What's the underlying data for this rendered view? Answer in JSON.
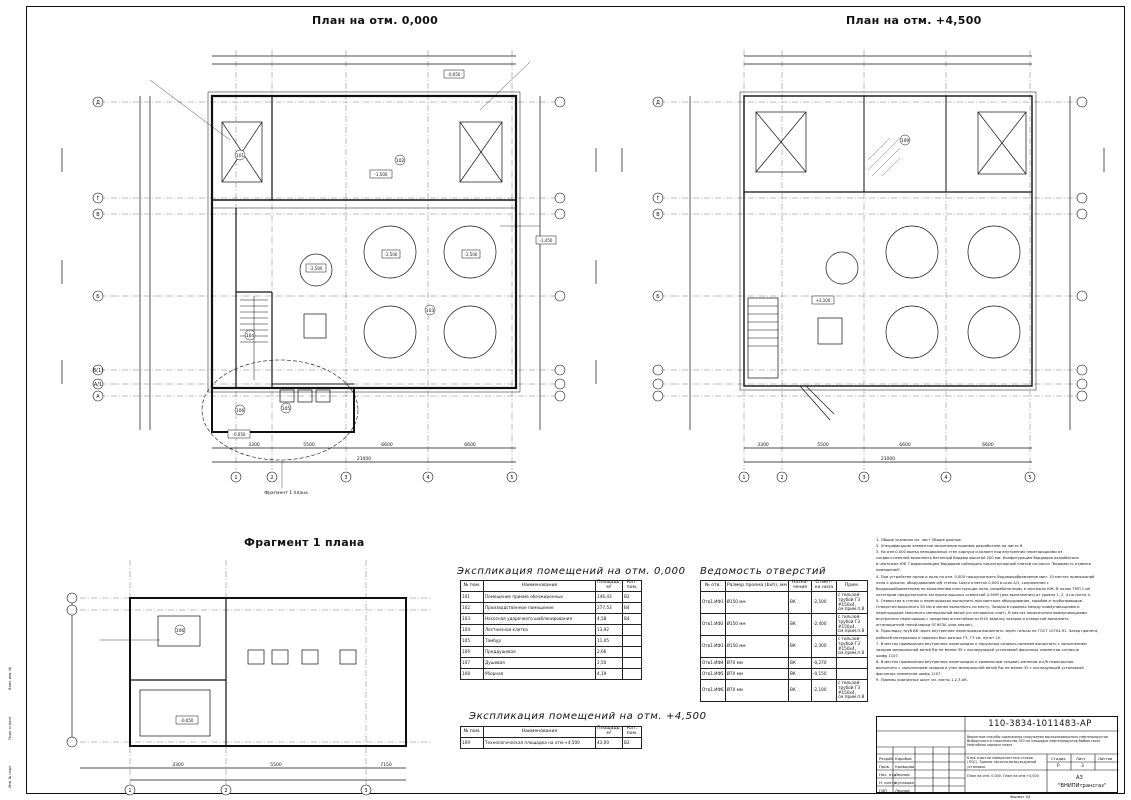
{
  "plans": {
    "plan_0": {
      "title": "План на отм. 0,000"
    },
    "plan_4500": {
      "title": "План на отм. +4,500"
    },
    "fragment": {
      "title": "Фрагмент 1 плана",
      "callout": "Фрагмент 1 плана"
    }
  },
  "axes": {
    "rows": [
      "Д",
      "Г",
      "В",
      "Б",
      "В(1)",
      "А/1",
      "А"
    ],
    "cols": [
      "1",
      "2",
      "3",
      "4",
      "5"
    ],
    "dims_bottom": [
      "3300",
      "5500",
      "6600",
      "6600"
    ],
    "overall": "21000",
    "frag_dims": [
      "3300",
      "5500",
      "7150"
    ]
  },
  "rooms_0": [
    {
      "id": "101",
      "mark": "101"
    },
    {
      "id": "102",
      "mark": "102"
    },
    {
      "id": "103",
      "mark": "103"
    },
    {
      "id": "104",
      "mark": "104"
    },
    {
      "id": "105",
      "mark": "105"
    },
    {
      "id": "106",
      "mark": "106"
    }
  ],
  "levels": {
    "m1500": "-1,500",
    "m2500": "-2,500",
    "m0050": "-0,050",
    "p3100": "+3,100",
    "m1450": "-1,450"
  },
  "explication_0": {
    "caption": "Экспликация помещений на отм. 0,000",
    "headers": [
      "№ пом.",
      "Наименование",
      "Площадь, м²",
      "Кат. пом."
    ],
    "rows": [
      [
        "101",
        "Помещение приема обезжиренных",
        "146,43",
        "В2"
      ],
      [
        "102",
        "Производственное помещение",
        "277,53",
        "В4"
      ],
      [
        "103",
        "Насосная ударочного шаблонирования",
        "4,58",
        "В4"
      ],
      [
        "104",
        "Лестничная клетка",
        "13,92",
        ""
      ],
      [
        "105",
        "Тамбур",
        "11,05",
        ""
      ],
      [
        "106",
        "Преддушевая",
        "2,66",
        ""
      ],
      [
        "107",
        "Душевая",
        "2,50",
        ""
      ],
      [
        "108",
        "Уборная",
        "4,19",
        ""
      ]
    ]
  },
  "explication_4500": {
    "caption": "Экспликация помещений на отм. +4,500",
    "headers": [
      "№ пом.",
      "Наименование",
      "Площадь, м²",
      "Кат. пом."
    ],
    "rows": [
      [
        "109",
        "Технологическая площадка на отм.+4,500",
        "43,00",
        "В2"
      ]
    ]
  },
  "openings": {
    "caption": "Ведомость отверстий",
    "headers": [
      "№ отв.",
      "Размер проема (bxh), мм",
      "Назна-чение",
      "Отмет-ка низа",
      "Прим."
    ],
    "rows": [
      [
        "Отв1.ИФ1",
        "Ø150 мм",
        "ВК",
        "-2,500",
        "с гильзой-трубой Г3 #150х4, см.прим.п.8"
      ],
      [
        "Отв1.ИФ2",
        "Ø150 мм",
        "ВК",
        "-2,400",
        "с гильзой-трубой Г3 #150х4, см.прим.п.8"
      ],
      [
        "Отв1.ИФ3",
        "Ø150 мм",
        "ВК",
        "-2,300",
        "с гильзой-трубой Г3 #150х4, см.прим.п.8"
      ],
      [
        "Отв1.ИФ4",
        "Ø70 мм",
        "ВК",
        "-0,270",
        ""
      ],
      [
        "Отв1.ИФ5",
        "Ø70 мм",
        "ВК",
        "-0,150",
        ""
      ],
      [
        "Отв1.ИФ6",
        "Ø70 мм",
        "ВК",
        "-2,100",
        "с гильзой-трубой Г3 #150х4, см.прим.п.8"
      ]
    ]
  },
  "notes": [
    "1. Общие указания см. лист Общие данные.",
    "2. Спецификацию элементов заполнения проемов разработана на листе 6.",
    "3. На отм.0,000 выезд неподвижных стен корпуса и колонн под внутренних перегородками из",
    "сэндвич-панелей выполнить бетонный бордюр высотой 200 мм. Конфигурацию бордюров разработано",
    "в чертежах КЖ. Гидроизоляцию бордюров соблюдать кислотоупорный плитой согласно \"Ведомость отделки",
    "помещений\".",
    "4. При устройстве полов и пола на отм. 0,000 предусмотреть бордюрообрамление мин. 10 местах примыканий",
    "пола к цоколю, оборудованию и/б стенок. Шаги отметок 0,000 в осях А/1, сопряжение с",
    "бордюрообрамлением по выполнению конструкции пола, разработанному в чертежах КЖ. В полах ТМП 1 ой",
    "категории предусмотреть заглушки вышлых отверстий 4-5НМ (для выполнения) от уровня 1, 2, 4 на листе 4.",
    "5. Отверстия в стенах и перегородках выполнить при монтаже оборудования, коробов и трубопроводов.",
    "Отверстия выполнить 50 мм и менее выполнить по месту. Зазоры в проемах между коммуникациями и",
    "перегородкой заполнить минеральной ватой (из негорючих плит). В местах пересечения коммуникациями",
    "внутренних перегородок с пределом огнестойкости EI45 заделку зазоров и отверстий выполнить",
    "огнезащитной пеной марки ОГНЕЗА (или аналог).",
    "6. Прокладку труб ВК через внутренние перегородки выполнить через гильзы по ГОСТ 10704-91. Зазор пролета,",
    "рабочей материалом и заделки был разных Г3, Г3 см. пункт 10.",
    "7. В местах примыкания внутренних перегородок к наружным сэндвич-панелям выполнить с заполнением",
    "зазоров минеральной ватой Rw не менее 35 с последующей установкой фасонных элементов согласно",
    "шифр 1107.",
    "8. В местах примыкания внутренних перегородок к кровельным сэндвич-панелям и к/б перекрытию",
    "выполнить с заполнением зазоров и узел минеральной ватой Rw не менее 35 с последующей установкой",
    "фасонных элементов шифр 1107.",
    "9. Проемы кирпичных шахт см. листы 1,2,3 АК."
  ],
  "stamp": {
    "code": "110-3834-1011483-АР",
    "description": "Вероятные способы содержания сооружения высокоподвального нефтепродуктов Выборгского и строительство ЛСУ на площадке нефтепродуктов Выборгского Нефтебазы кирпичн плана",
    "object": "Блок очистки поверхностных стоков (ЛОС). Здание насосно-воздуходувной установки",
    "sheet_name": "План на отм. 0,000. План на отм.+4,500",
    "stage_label": "Стадия",
    "sheet_label": "Лист",
    "sheets_label": "Листов",
    "stage": "Р",
    "sheet": "3",
    "format": "А3",
    "company": "\"ВНИПИтрансгаз\"",
    "roles": [
      "Разраб.",
      "Пров.",
      "Нач. отд.",
      "Н. контр.",
      "ГИП"
    ],
    "names": [
      "Коробов",
      "Кривцова",
      "Леонов",
      "Кулакова",
      "Леонов"
    ],
    "format_label": "Формат А3"
  },
  "side_labels": [
    "Инв. № подл.",
    "Подп. и дата",
    "Взам. инв. №"
  ]
}
